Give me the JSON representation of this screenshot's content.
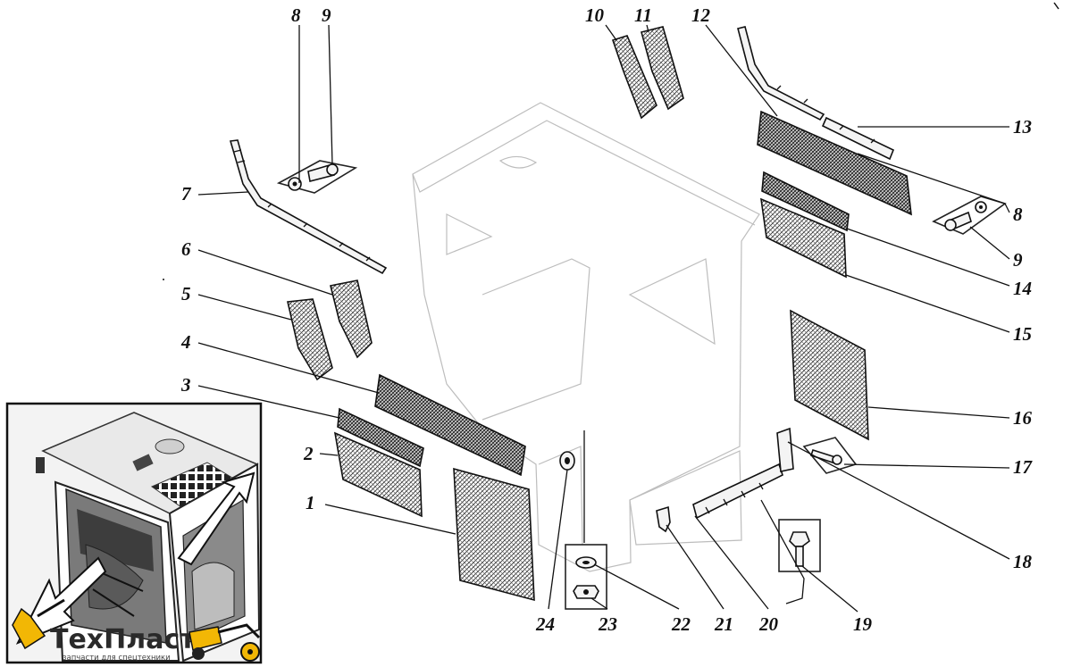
{
  "callouts": [
    {
      "n": "1"
    },
    {
      "n": "2"
    },
    {
      "n": "3"
    },
    {
      "n": "4"
    },
    {
      "n": "5"
    },
    {
      "n": "6"
    },
    {
      "n": "7"
    },
    {
      "n": "8"
    },
    {
      "n": "9"
    },
    {
      "n": "10"
    },
    {
      "n": "11"
    },
    {
      "n": "12"
    },
    {
      "n": "13"
    },
    {
      "n": "8"
    },
    {
      "n": "9"
    },
    {
      "n": "14"
    },
    {
      "n": "15"
    },
    {
      "n": "16"
    },
    {
      "n": "17"
    },
    {
      "n": "18"
    },
    {
      "n": "19"
    },
    {
      "n": "20"
    },
    {
      "n": "21"
    },
    {
      "n": "22"
    },
    {
      "n": "23"
    },
    {
      "n": "24"
    }
  ],
  "watermark": {
    "brand": "ТехПласт",
    "tagline": "запчасти для спецтехники",
    "accent_color": "#f2b705"
  },
  "colors": {
    "line": "#111111",
    "faint_line": "#bdbdbd",
    "background": "#ffffff"
  }
}
